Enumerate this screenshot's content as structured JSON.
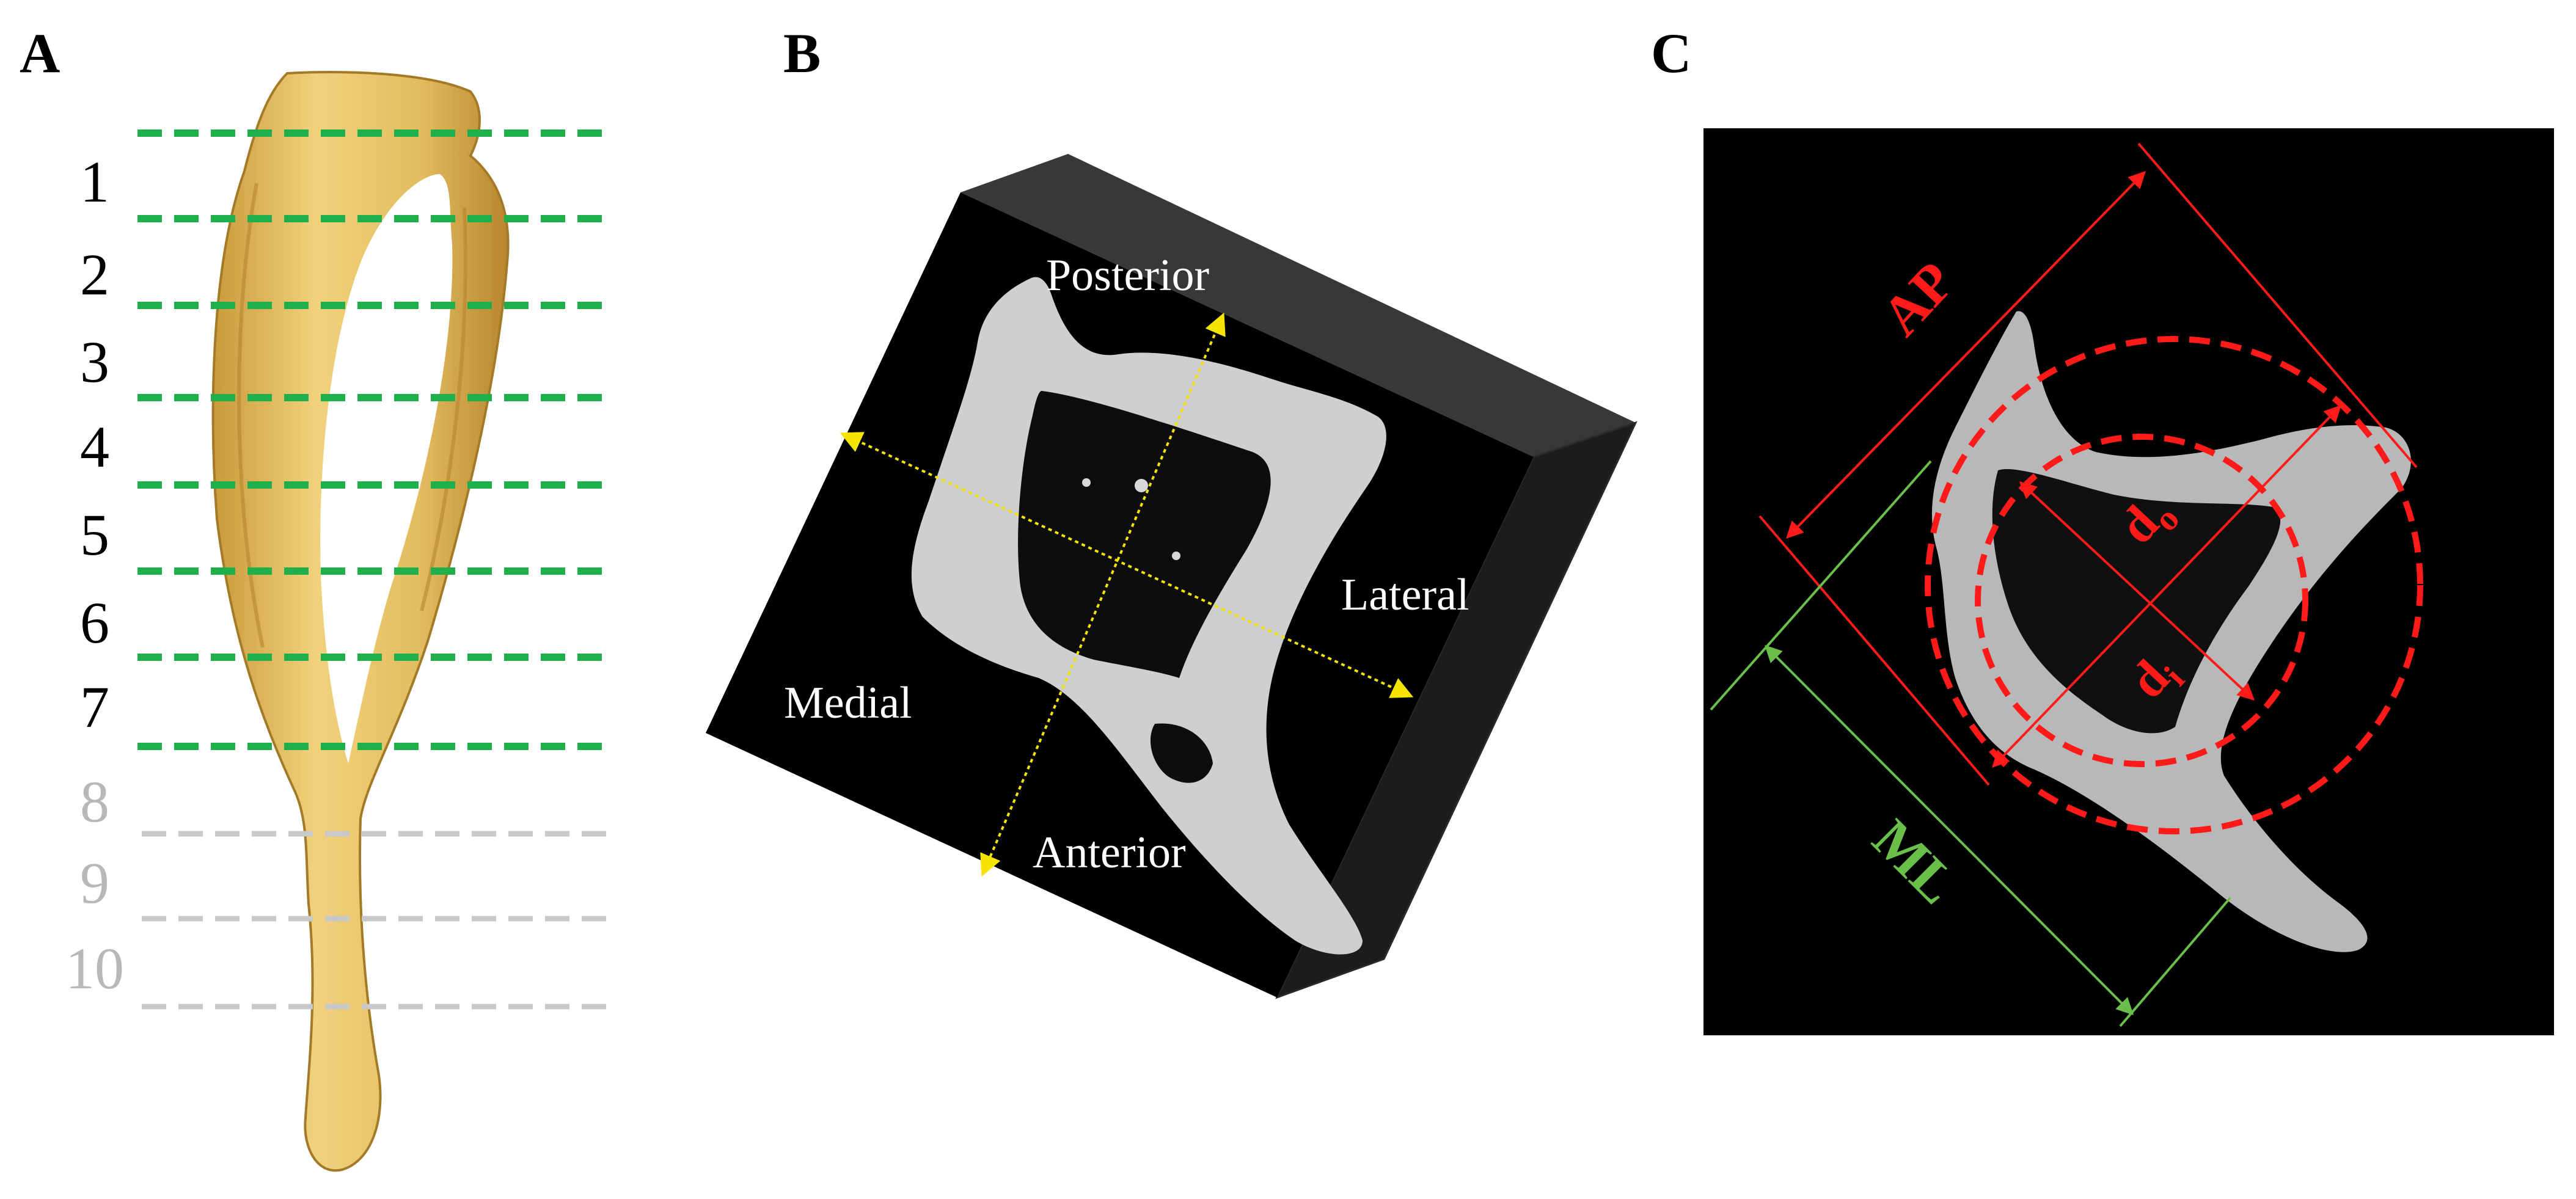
{
  "panels": {
    "a": {
      "letter": "A",
      "sections_green": [
        "1",
        "2",
        "3",
        "4",
        "5",
        "6",
        "7"
      ],
      "sections_gray": [
        "8",
        "9",
        "10"
      ]
    },
    "b": {
      "letter": "B",
      "labels": {
        "posterior": "Posterior",
        "lateral": "Lateral",
        "medial": "Medial",
        "anterior": "Anterior"
      }
    },
    "c": {
      "letter": "C",
      "labels": {
        "ap": "AP",
        "ml": "ML",
        "do_main": "d",
        "do_sub": "o",
        "di_main": "d",
        "di_sub": "i"
      }
    }
  },
  "colors": {
    "green_line": "#1fb04b",
    "gray_line": "#c8c8c8",
    "gray_text": "#b8b8b8",
    "bone_yellow": "#e6c36a",
    "red": "#ff1a1a",
    "ml_green": "#6abf4b",
    "axis_yellow": "#f5e400"
  }
}
